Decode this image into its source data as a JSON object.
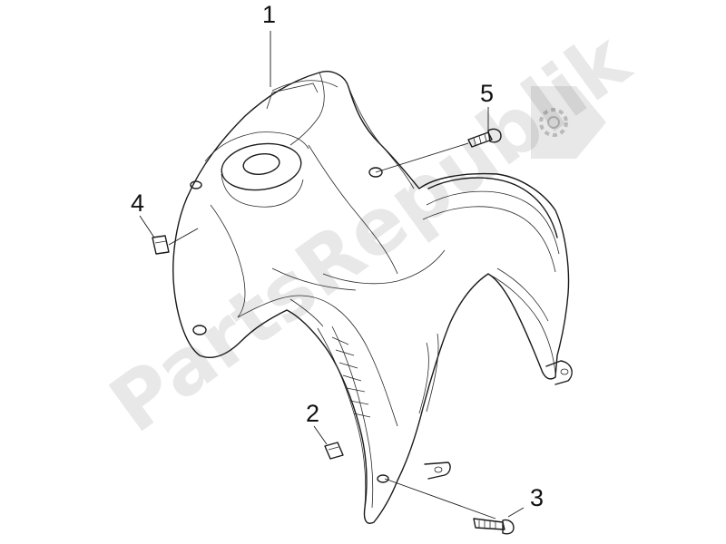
{
  "diagram": {
    "callouts": [
      {
        "id": "1",
        "label": "1"
      },
      {
        "id": "2",
        "label": "2"
      },
      {
        "id": "3",
        "label": "3"
      },
      {
        "id": "4",
        "label": "4"
      },
      {
        "id": "5",
        "label": "5"
      }
    ],
    "watermark": {
      "text": "PartsRepublik",
      "icon": "gear-icon"
    },
    "colors": {
      "line": "#1a1a1a",
      "background": "#ffffff"
    }
  }
}
